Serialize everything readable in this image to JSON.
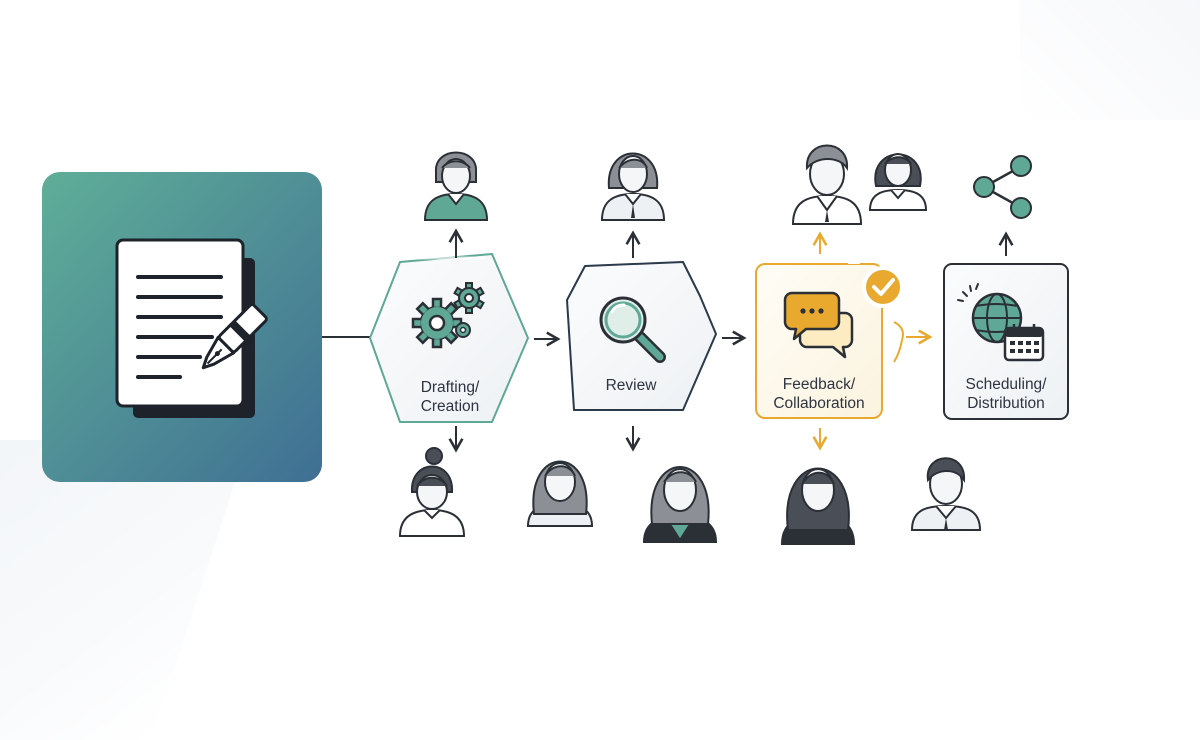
{
  "stages": [
    {
      "id": "drafting",
      "line1": "Drafting/",
      "line2": "Creation"
    },
    {
      "id": "review",
      "line1": "Review",
      "line2": ""
    },
    {
      "id": "feedback",
      "line1": "Feedback/",
      "line2": "Collaboration"
    },
    {
      "id": "scheduling",
      "line1": "Scheduling/",
      "line2": "Distribution"
    }
  ],
  "colors": {
    "teal": "#5fa896",
    "accent": "#e8a92e",
    "outline": "#2b2f36",
    "hair": "#8c9096",
    "doc_gradient_start": "#5fae98",
    "doc_gradient_end": "#3f6f93"
  },
  "icons": [
    "document-pen-icon",
    "gears-icon",
    "magnifier-icon",
    "chat-bubbles-icon",
    "check-badge-icon",
    "globe-calendar-icon",
    "share-icon",
    "person-icon"
  ]
}
